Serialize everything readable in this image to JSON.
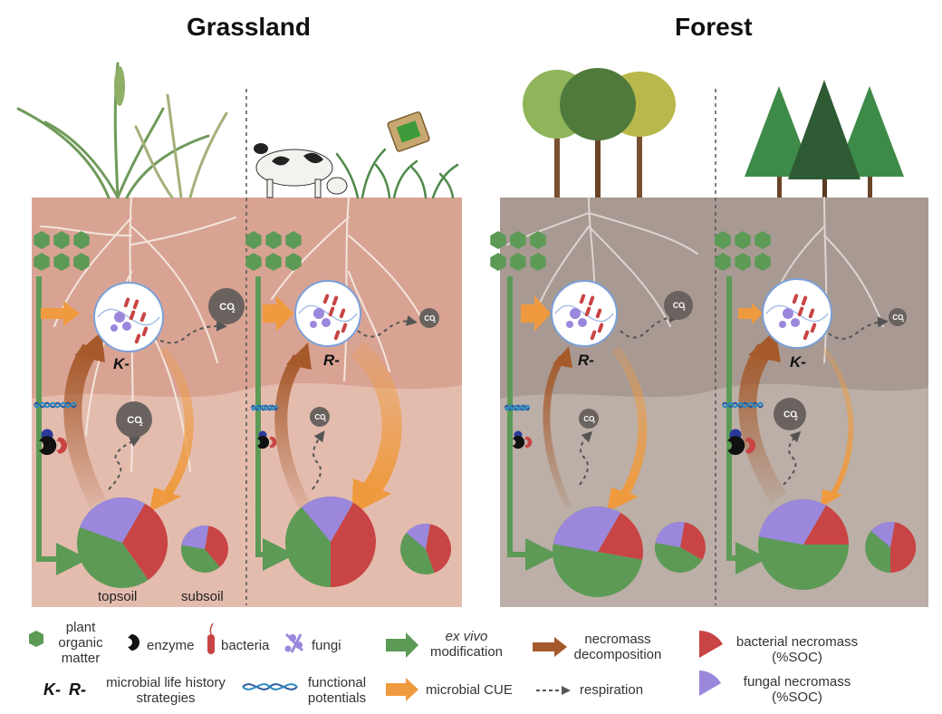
{
  "titles": {
    "left": "Grassland",
    "right": "Forest"
  },
  "panels": [
    {
      "id": "grassland-natural",
      "strategy": "K-"
    },
    {
      "id": "grassland-grazed",
      "strategy": "R-"
    },
    {
      "id": "forest-broadleaf",
      "strategy": "R-"
    },
    {
      "id": "forest-conifer",
      "strategy": "K-"
    }
  ],
  "co2_label": "CO",
  "co2_subscript": "2",
  "labels": {
    "topsoil": "topsoil",
    "subsoil": "subsoil"
  },
  "legend": {
    "plant_organic_matter": "plant organic matter",
    "enzyme": "enzyme",
    "bacteria": "bacteria",
    "fungi": "fungi",
    "ex_vivo_modification_italic": "ex vivo",
    "ex_vivo_modification_rest": "modification",
    "necromass_decomposition": "necromass decomposition",
    "bacterial_necromass": "bacterial necromass (%SOC)",
    "strategy_k": "K-",
    "strategy_r": "R-",
    "microbial_life_history": "microbial life history strategies",
    "functional_potentials": "functional potentials",
    "microbial_cue": "microbial CUE",
    "respiration": "respiration",
    "fungal_necromass": "fungal necromass (%SOC)"
  },
  "colors": {
    "grass_soil": "#d9a394",
    "grass_soil_deep": "#e4bcae",
    "forest_soil": "#a89a92",
    "forest_soil_deep": "#bcafa7",
    "green": "#5c9a56",
    "bacteria_red": "#c94444",
    "fungi_purple": "#9b87dc",
    "cue_orange": "#ef9a3e",
    "necro_brown": "#a65a2c"
  }
}
